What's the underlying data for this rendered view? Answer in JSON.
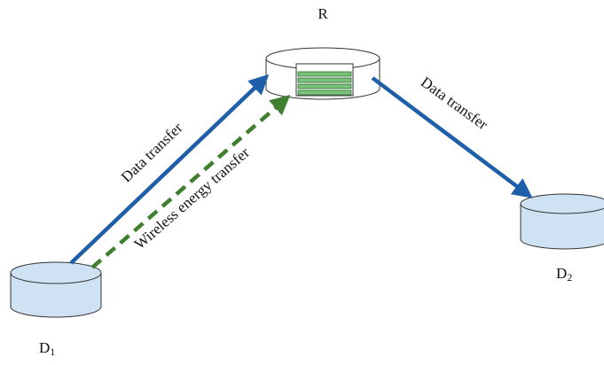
{
  "colors": {
    "cylinder_fill": "#cfe2f3",
    "cylinder_stroke": "#333333",
    "relay_fill": "#ffffff",
    "data_arrow": "#1f5ea8",
    "energy_arrow": "#3f7f2f",
    "battery_fill": "#7ac27a",
    "battery_stroke": "#2e6b2e"
  },
  "nodes": {
    "relay": {
      "label": "R"
    },
    "source": {
      "label_main": "D",
      "label_sub": "1"
    },
    "destination": {
      "label_main": "D",
      "label_sub": "2"
    }
  },
  "edges": {
    "d1_to_r_data": {
      "label": "Data transfer",
      "style": "solid"
    },
    "d1_to_r_energy": {
      "label": "Wireless energy transfer",
      "style": "dashed"
    },
    "r_to_d2_data": {
      "label": "Data transfer",
      "style": "solid"
    }
  }
}
